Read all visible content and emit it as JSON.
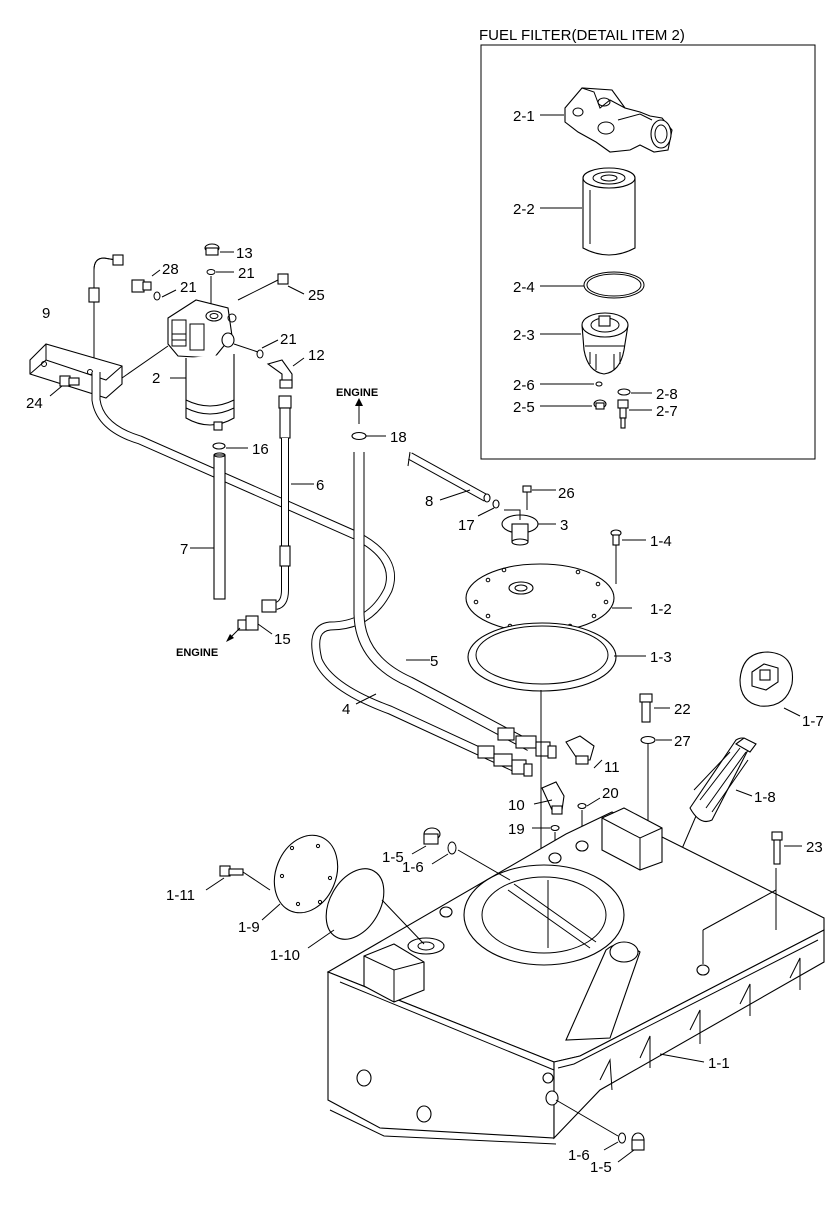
{
  "detail_box_title": "FUEL FILTER(DETAIL  ITEM 2)",
  "engine_labels": [
    "ENGINE",
    "ENGINE"
  ],
  "callouts": {
    "c2_1": "2-1",
    "c2_2": "2-2",
    "c2_4": "2-4",
    "c2_3": "2-3",
    "c2_6": "2-6",
    "c2_8": "2-8",
    "c2_5": "2-5",
    "c2_7": "2-7",
    "c13": "13",
    "c21a": "21",
    "c28": "28",
    "c21b": "21",
    "c25": "25",
    "c9": "9",
    "c21c": "21",
    "c12": "12",
    "c2": "2",
    "c24": "24",
    "c16": "16",
    "c6": "6",
    "c7": "7",
    "c15": "15",
    "c18": "18",
    "c8": "8",
    "c26": "26",
    "c17": "17",
    "c3": "3",
    "c1_4": "1-4",
    "c1_2": "1-2",
    "c1_3": "1-3",
    "c5": "5",
    "c4": "4",
    "c22": "22",
    "c1_7": "1-7",
    "c27": "27",
    "c11": "11",
    "c20": "20",
    "c10": "10",
    "c1_8": "1-8",
    "c19": "19",
    "c1_5a": "1-5",
    "c1_6a": "1-6",
    "c23": "23",
    "c1_11": "1-11",
    "c1_9": "1-9",
    "c1_10": "1-10",
    "c1_1": "1-1",
    "c1_6b": "1-6",
    "c1_5b": "1-5"
  }
}
